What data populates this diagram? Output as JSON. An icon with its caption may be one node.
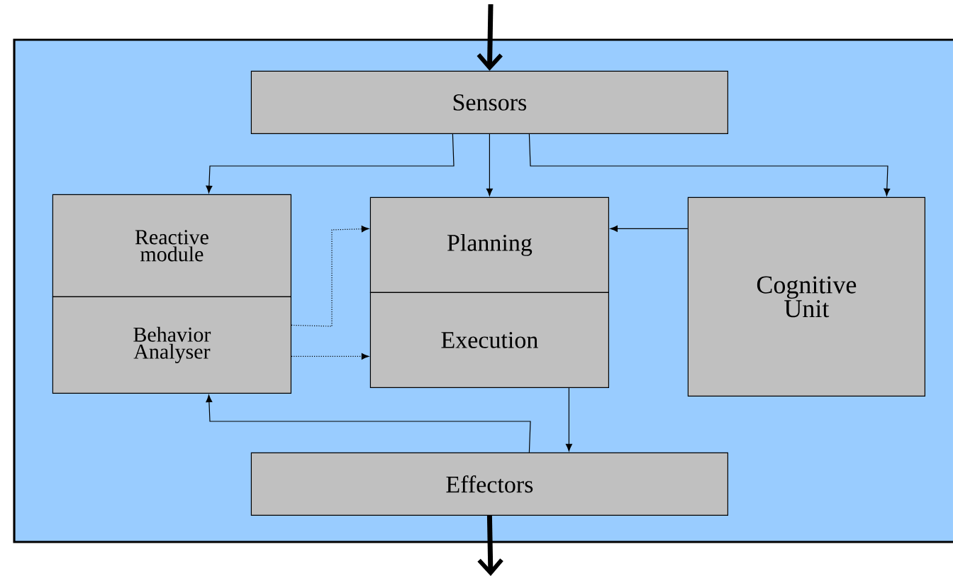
{
  "diagram": {
    "nodes": [
      {
        "text": [],
        "shape": "box"
      },
      {
        "text": [
          "Sensors"
        ],
        "in": 0
      },
      {
        "text": [
          "Reactive module"
        ],
        "in": 0
      },
      {
        "text": [
          "Behavior Analyser"
        ],
        "in": 0
      },
      {
        "text": [
          "Planning"
        ],
        "in": 0
      },
      {
        "text": [
          "Execution"
        ],
        "in": 0
      },
      {
        "text": [
          "Cognitive Unit"
        ],
        "in": 0
      },
      {
        "text": [
          "Effectors"
        ],
        "in": 0
      }
    ],
    "edges": [
      {
        "from": null,
        "to": 1,
        "arrow": "to",
        "style": "thick"
      },
      {
        "from": 1,
        "to": 2,
        "arrow": "to"
      },
      {
        "from": 1,
        "to": 4,
        "arrow": "to"
      },
      {
        "from": 1,
        "to": 6,
        "arrow": "to"
      },
      {
        "from": 6,
        "to": 4,
        "arrow": "to"
      },
      {
        "from": 3,
        "to": 4,
        "arrow": "to",
        "style": "dashed"
      },
      {
        "from": 3,
        "to": 5,
        "arrow": "to",
        "style": "dashed"
      },
      {
        "from": 5,
        "to": 7,
        "arrow": "to"
      },
      {
        "from": 7,
        "to": 3,
        "arrow": "to"
      },
      {
        "from": 7,
        "to": null,
        "arrow": "to",
        "style": "thick"
      }
    ]
  }
}
